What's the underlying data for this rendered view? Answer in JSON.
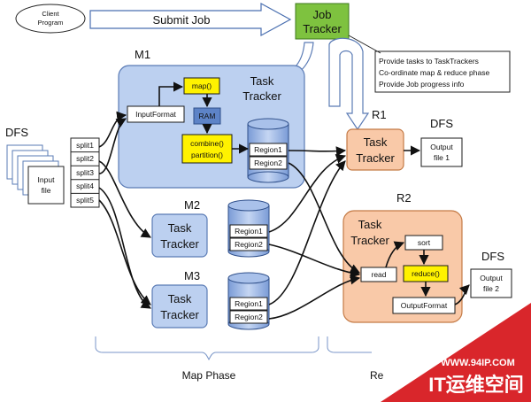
{
  "client": {
    "line1": "Client",
    "line2": "Program"
  },
  "submit_job": "Submit Job",
  "job_tracker": {
    "line1": "Job",
    "line2": "Tracker"
  },
  "notes": [
    "Provide tasks to TaskTrackers",
    "Co-ordinate map & reduce phase",
    "Provide Job progress info"
  ],
  "dfs_labels": {
    "input": "DFS",
    "r1": "DFS",
    "r2": "DFS"
  },
  "input_file": {
    "line1": "Input",
    "line2": "file"
  },
  "splits": [
    "split1",
    "split2",
    "split3",
    "split4",
    "split5"
  ],
  "m1": {
    "label": "M1",
    "tt_line1": "Task",
    "tt_line2": "Tracker",
    "input_format": "InputFormat",
    "map": "map()",
    "ram": "RAM",
    "combine": "combine()",
    "partition": "partition()",
    "regions": [
      "Region1",
      "Region2"
    ]
  },
  "m2": {
    "label": "M2",
    "tt_line1": "Task",
    "tt_line2": "Tracker",
    "regions": [
      "Region1",
      "Region2"
    ]
  },
  "m3": {
    "label": "M3",
    "tt_line1": "Task",
    "tt_line2": "Tracker",
    "regions": [
      "Region1",
      "Region2"
    ]
  },
  "r1": {
    "label": "R1",
    "tt_line1": "Task",
    "tt_line2": "Tracker",
    "output_line1": "Output",
    "output_line2": "file 1"
  },
  "r2": {
    "label": "R2",
    "tt_line1": "Task",
    "tt_line2": "Tracker",
    "read": "read",
    "sort": "sort",
    "reduce": "reduce()",
    "output_format": "OutputFormat",
    "output_line1": "Output",
    "output_line2": "file 2"
  },
  "map_phase": "Map Phase",
  "reduce_phase_partial": "Re",
  "watermark": {
    "url": "WWW.94IP.COM",
    "brand": "IT运维空间"
  },
  "colors": {
    "blue_panel": "#bcd0f0",
    "blue_stroke": "#5a7bb5",
    "orange_panel": "#f9c9a8",
    "orange_stroke": "#c47a45",
    "green": "#7ec23f",
    "yellow": "#fff200",
    "watermark_red": "#d9262b"
  }
}
